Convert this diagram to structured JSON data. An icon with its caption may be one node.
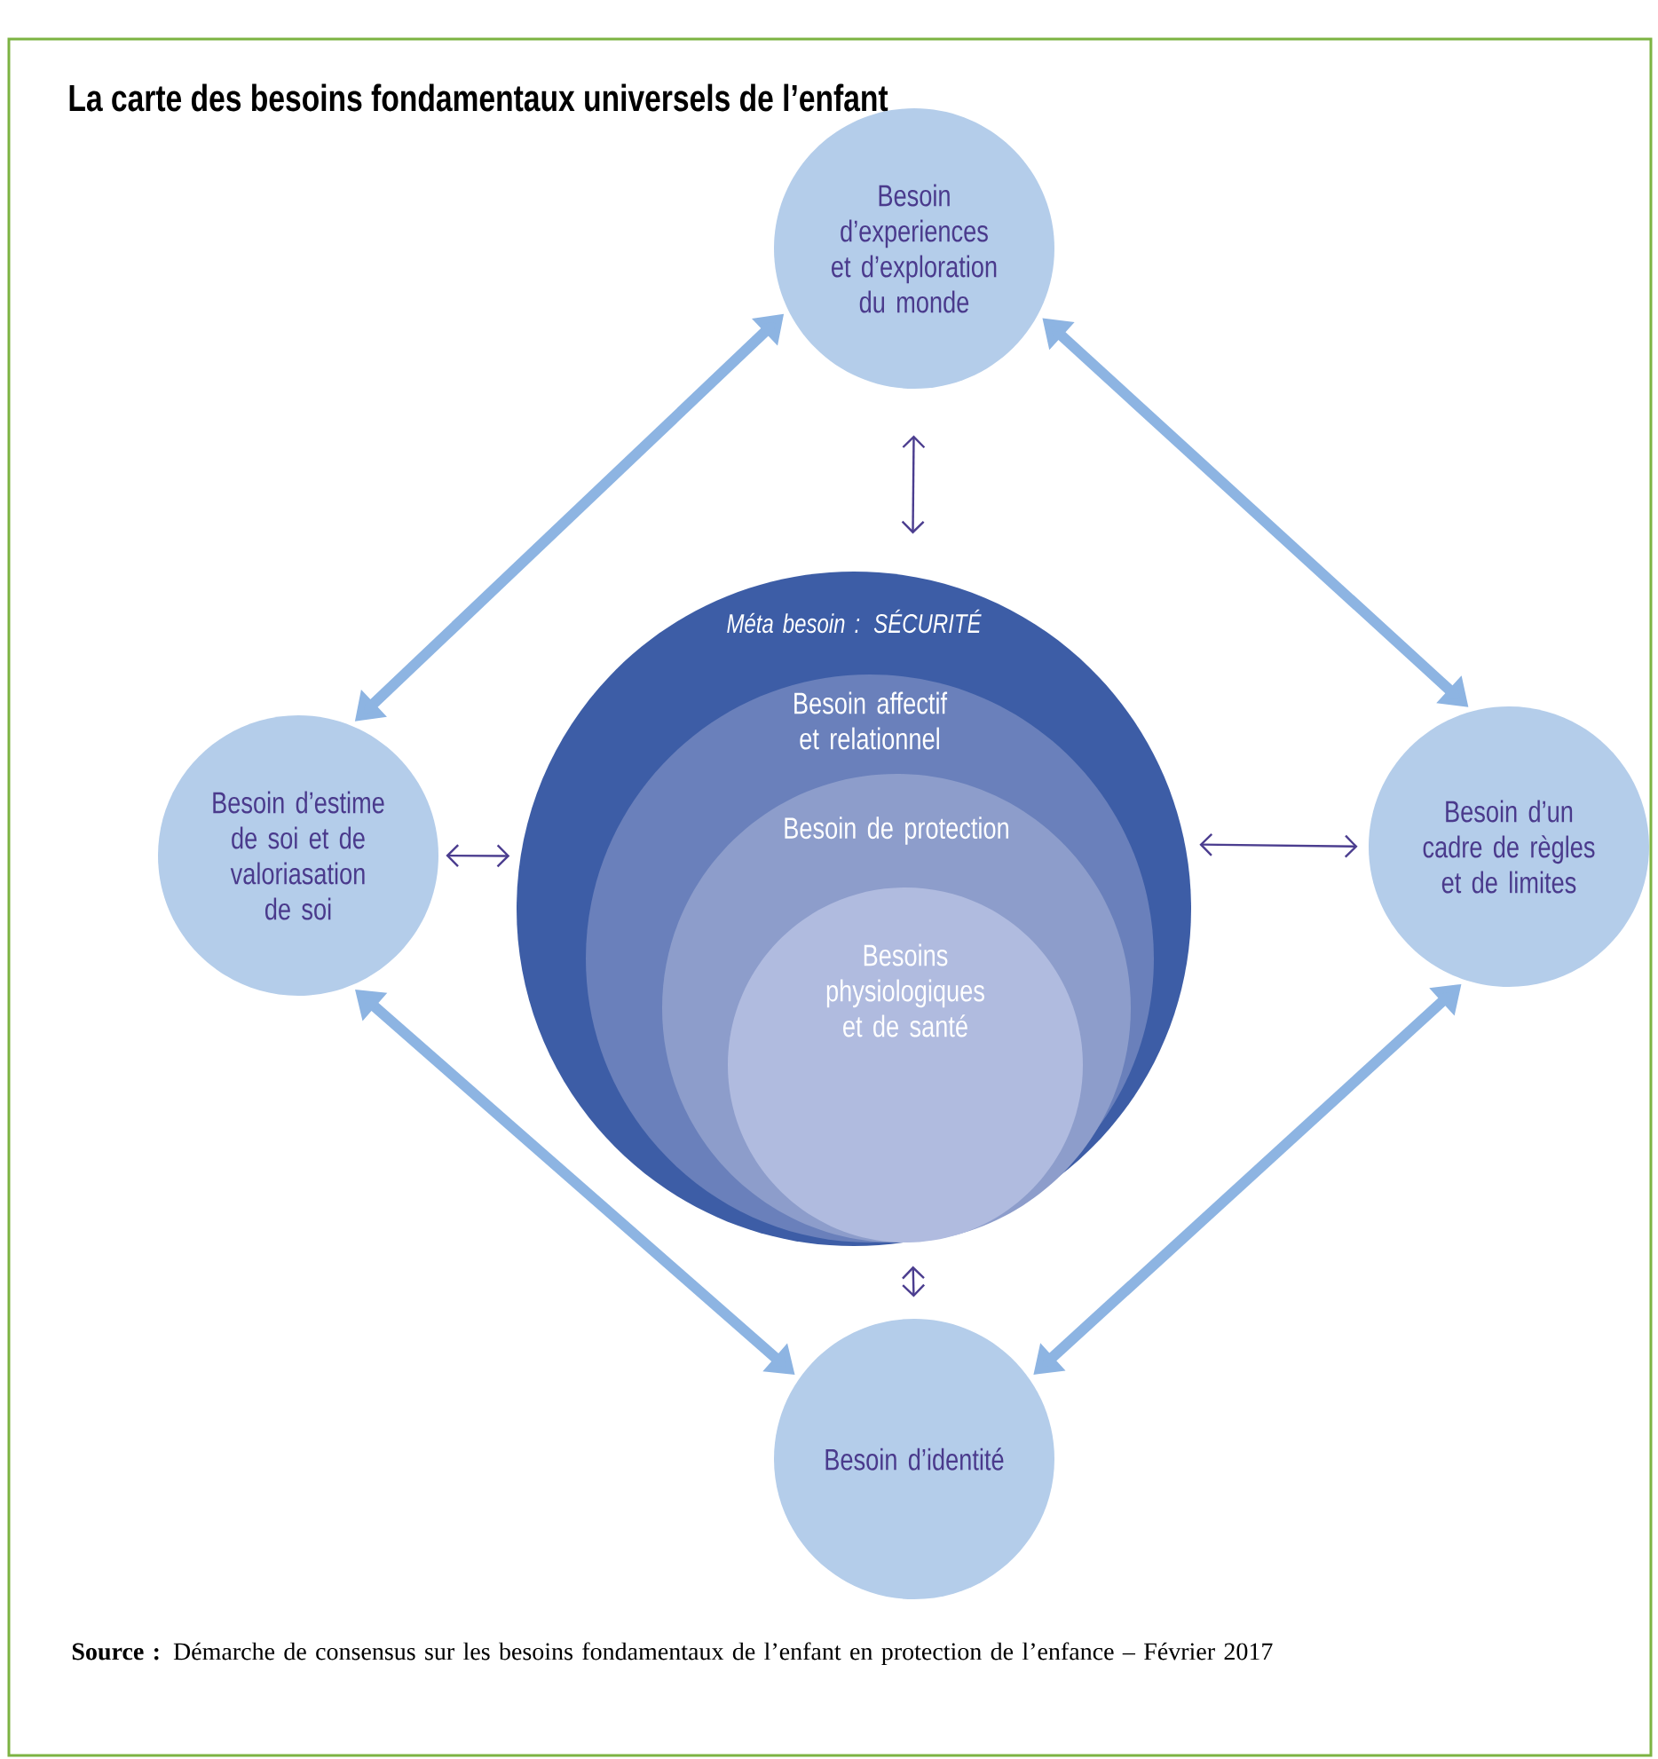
{
  "diagram": {
    "title": "La carte des besoins fondamentaux universels de l’enfant",
    "nodes": [
      {
        "text": [
          "Besoin d’experiences et d’exploration du monde"
        ]
      },
      {
        "text": [
          "Besoin d’estime de soi et de valoriasation de soi"
        ]
      },
      {
        "text": [
          "Méta besoin : SÉCURITÉ"
        ]
      },
      {
        "text": [
          "Besoin affectif et relationnel"
        ],
        "in": 2
      },
      {
        "text": [
          "Besoin de protection"
        ],
        "in": 3
      },
      {
        "text": [
          "Besoins physiologiques et de santé"
        ],
        "in": 4
      },
      {
        "text": [
          "Besoin d’un cadre de règles et de limites"
        ]
      },
      {
        "text": [
          "Besoin d’identité"
        ]
      }
    ],
    "edges": [
      {
        "from": 0,
        "to": 1,
        "arrow": "both",
        "style": "thick",
        "color": "#8db4e2"
      },
      {
        "from": 0,
        "to": 6,
        "arrow": "both",
        "style": "thick",
        "color": "#8db4e2"
      },
      {
        "from": 1,
        "to": 7,
        "arrow": "both",
        "style": "thick",
        "color": "#8db4e2"
      },
      {
        "from": 6,
        "to": 7,
        "arrow": "both",
        "style": "thick",
        "color": "#8db4e2"
      },
      {
        "from": 0,
        "to": 2,
        "arrow": "both",
        "color": "#4b3d8f"
      },
      {
        "from": 1,
        "to": 2,
        "arrow": "both",
        "color": "#4b3d8f"
      },
      {
        "from": 2,
        "to": 6,
        "arrow": "both",
        "color": "#4b3d8f"
      },
      {
        "from": 2,
        "to": 7,
        "arrow": "both",
        "color": "#4b3d8f"
      }
    ],
    "caption": "**Source :** Démarche de consensus sur les besoins fondamentaux de l’enfant en protection de l’enfance – Février 2017"
  }
}
